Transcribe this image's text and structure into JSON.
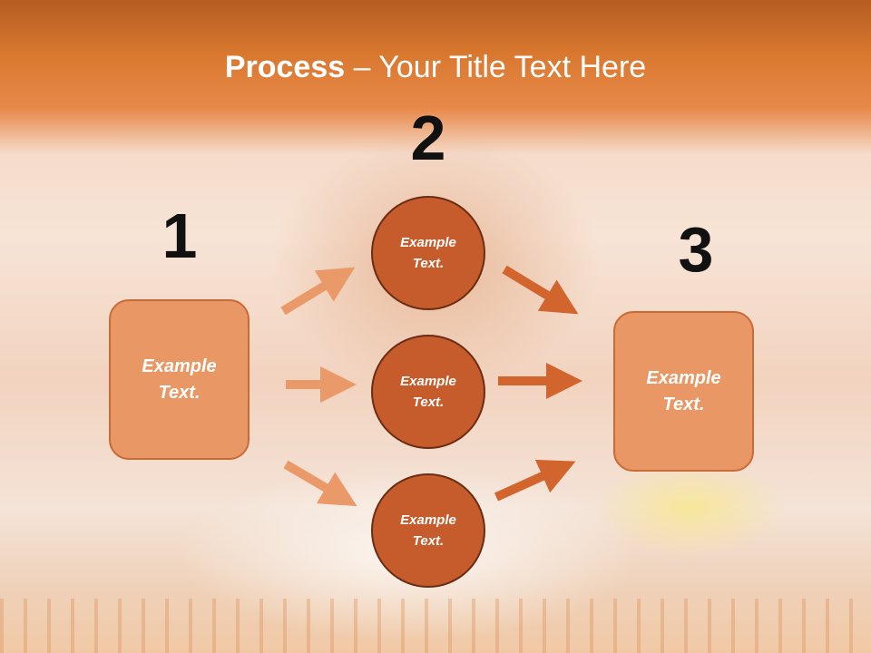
{
  "title": {
    "bold": "Process",
    "rest": " – Your Title Text Here"
  },
  "steps": [
    {
      "number": "1",
      "text": "Example\nText."
    },
    {
      "number": "2",
      "text": "Example\nText."
    },
    {
      "number": "3",
      "text": "Example\nText."
    }
  ],
  "circles": [
    {
      "text": "Example\nText."
    },
    {
      "text": "Example\nText."
    },
    {
      "text": "Example\nText."
    }
  ],
  "colors": {
    "title_band": "#d9782f",
    "box_fill": "#e99764",
    "circle_fill": "#c65c2c",
    "arrow_light": "#ea9a68",
    "arrow_dark": "#d2652e"
  }
}
